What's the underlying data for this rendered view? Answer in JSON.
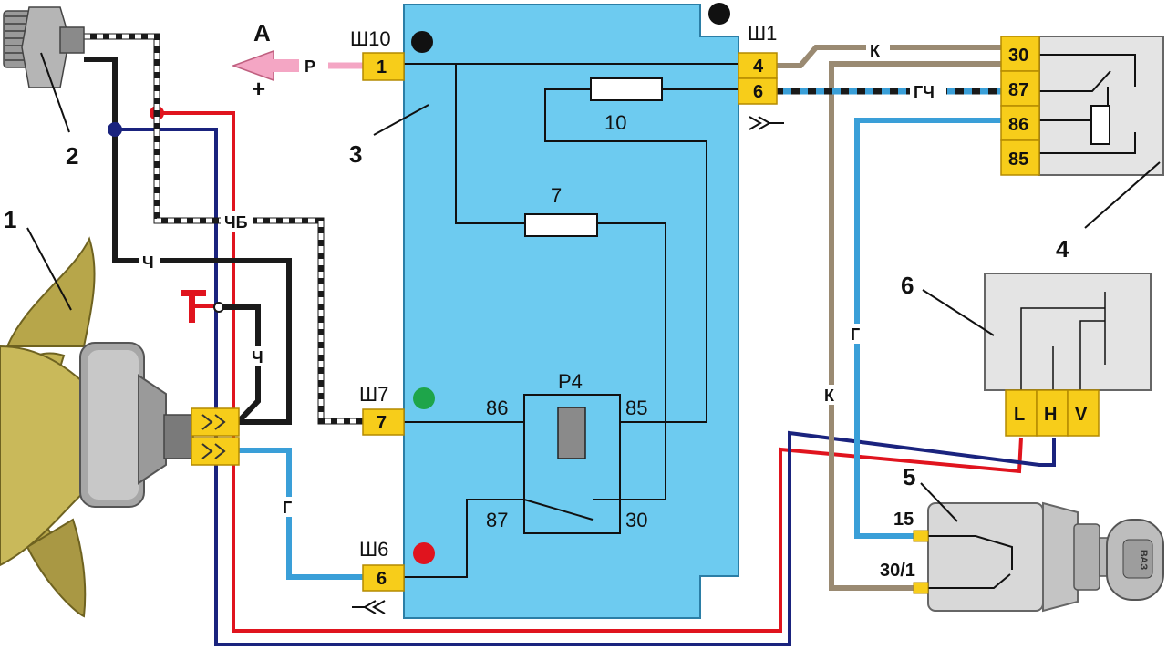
{
  "components": {
    "fan_motor": {
      "number": "1"
    },
    "temp_sensor": {
      "number": "2"
    },
    "mounting_block": {
      "number": "3"
    },
    "relay": {
      "number": "4",
      "pins": [
        "30",
        "87",
        "86",
        "85"
      ]
    },
    "ignition_switch": {
      "number": "5",
      "pin_top": "15",
      "pin_bottom": "30/1",
      "key_text": "ВАЗ"
    },
    "relay6": {
      "number": "6",
      "pins": [
        "L",
        "H",
        "V"
      ]
    }
  },
  "connectors": {
    "sh10": {
      "name": "Ш10",
      "pin": "1"
    },
    "sh1": {
      "name": "Ш1",
      "pins": [
        "4",
        "6"
      ]
    },
    "sh7": {
      "name": "Ш7",
      "pin": "7"
    },
    "sh6": {
      "name": "Ш6",
      "pin": "6"
    }
  },
  "block_internal": {
    "fuse_top": "10",
    "fuse_mid": "7",
    "relay_name": "Р4",
    "relay_pins": {
      "p86": "86",
      "p85": "85",
      "p87": "87",
      "p30": "30"
    }
  },
  "wire_labels": {
    "r": "Р",
    "k_top": "К",
    "gch": "ГЧ",
    "chb": "ЧБ",
    "ch1": "Ч",
    "ch2": "Ч",
    "g_mid": "Г",
    "g_left": "Г",
    "k_mid": "К"
  },
  "annotations": {
    "arrow_a": "А",
    "plus": "+"
  },
  "colors": {
    "block": "#6dcbf0",
    "connector": "#f7cd1a",
    "wire_black": "#1a1a1a",
    "wire_red": "#e0141e",
    "wire_darkblue": "#1a237e",
    "wire_lightblue": "#3a9fd8",
    "wire_brown": "#9a8a72",
    "arrow_pink": "#f4a6c4",
    "fan": "#b7a64a",
    "relay_body": "#e4e4e4"
  }
}
